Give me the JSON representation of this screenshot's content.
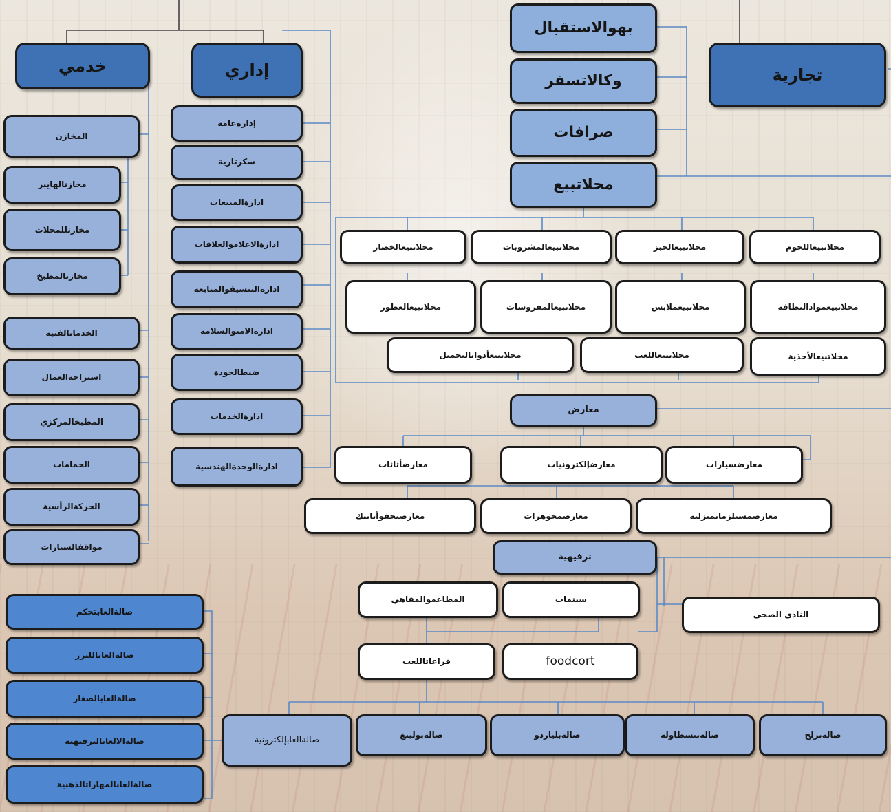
{
  "categories": {
    "commercial": "تجارية",
    "administrative": "إداري",
    "service": "خدمي"
  },
  "commercial": {
    "top_boxes": [
      "بهوالاستقبال",
      "وكالاتسفر",
      "صرافات",
      "محلاتبيع"
    ],
    "shops_row1": [
      "محلاتبيعاللحوم",
      "محلاتبيعالخبز",
      "محلاتبيعالمشروبات",
      "محلاتبيعالخضار"
    ],
    "shops_row2": [
      "محلاتبيعموادالنظافة",
      "محلاتبيعملابس",
      "محلاتبيعالمفروشات",
      "محلاتبيعالعطور"
    ],
    "shops_row3": [
      "محلاتبيعالأحذية",
      "محلاتبيعاللعب",
      "محلاتبيعأدواتالتجميل"
    ],
    "exhibitions": "معارض",
    "exhibits_row1": [
      "معارضسيارات",
      "معارضإلكترونيات",
      "معارضأثاثات"
    ],
    "exhibits_row2": [
      "معارضمستلزماتمنزلية",
      "معارضمجوهرات",
      "معارضتحفوأناتيك"
    ],
    "entertainment": "ترفيهية",
    "ent_items": {
      "restaurants": "المطاعموالمقاهي",
      "cinemas": "سينمات",
      "health_club": "النادي الصحي",
      "play_areas": "فراغاتاللعب",
      "foodcourt": "foodcort"
    },
    "halls": [
      "صالةتزلج",
      "صالةتنسطاولة",
      "صالةبلياردو",
      "صالةبولينغ",
      "صالةالعابإلكترونية"
    ],
    "halls_left": [
      "صالةالعابتحكم",
      "صالةالعاباللیزر",
      "صالةالعابالصغار",
      "صالةالالعابالترفيهية",
      "صالةالعابالمهاراتالذهنية"
    ]
  },
  "administrative": {
    "items": [
      "إدارةعامة",
      "سكرتارية",
      "ادارةالمبيعات",
      "ادارةالاعلاموالعلاقات",
      "ادارةالتنسيقوالمتابعة",
      "ادارةالامنوالسلامة",
      "ضبطالجودة",
      "ادارةالخدمات",
      "ادارةالوحدةالهندسية"
    ]
  },
  "service": {
    "storage": "المخازن",
    "storage_items": [
      "مخازنالهايبر",
      "مخازنللمحلات",
      "مخازنالمطبخ"
    ],
    "items": [
      "الخدماتالفنية",
      "استراحةالعمال",
      "المطبخالمركزي",
      "الحمامات",
      "الحركةالرأسية",
      "مواقفالسيارات"
    ]
  },
  "colors": {
    "category_fill": "#3f72b4",
    "sub_fill": "#8eaedb",
    "light_fill": "#97b1db",
    "hall_fill": "#4e87d0",
    "leaf_fill": "#ffffff",
    "connector": "#5a8ac6"
  }
}
